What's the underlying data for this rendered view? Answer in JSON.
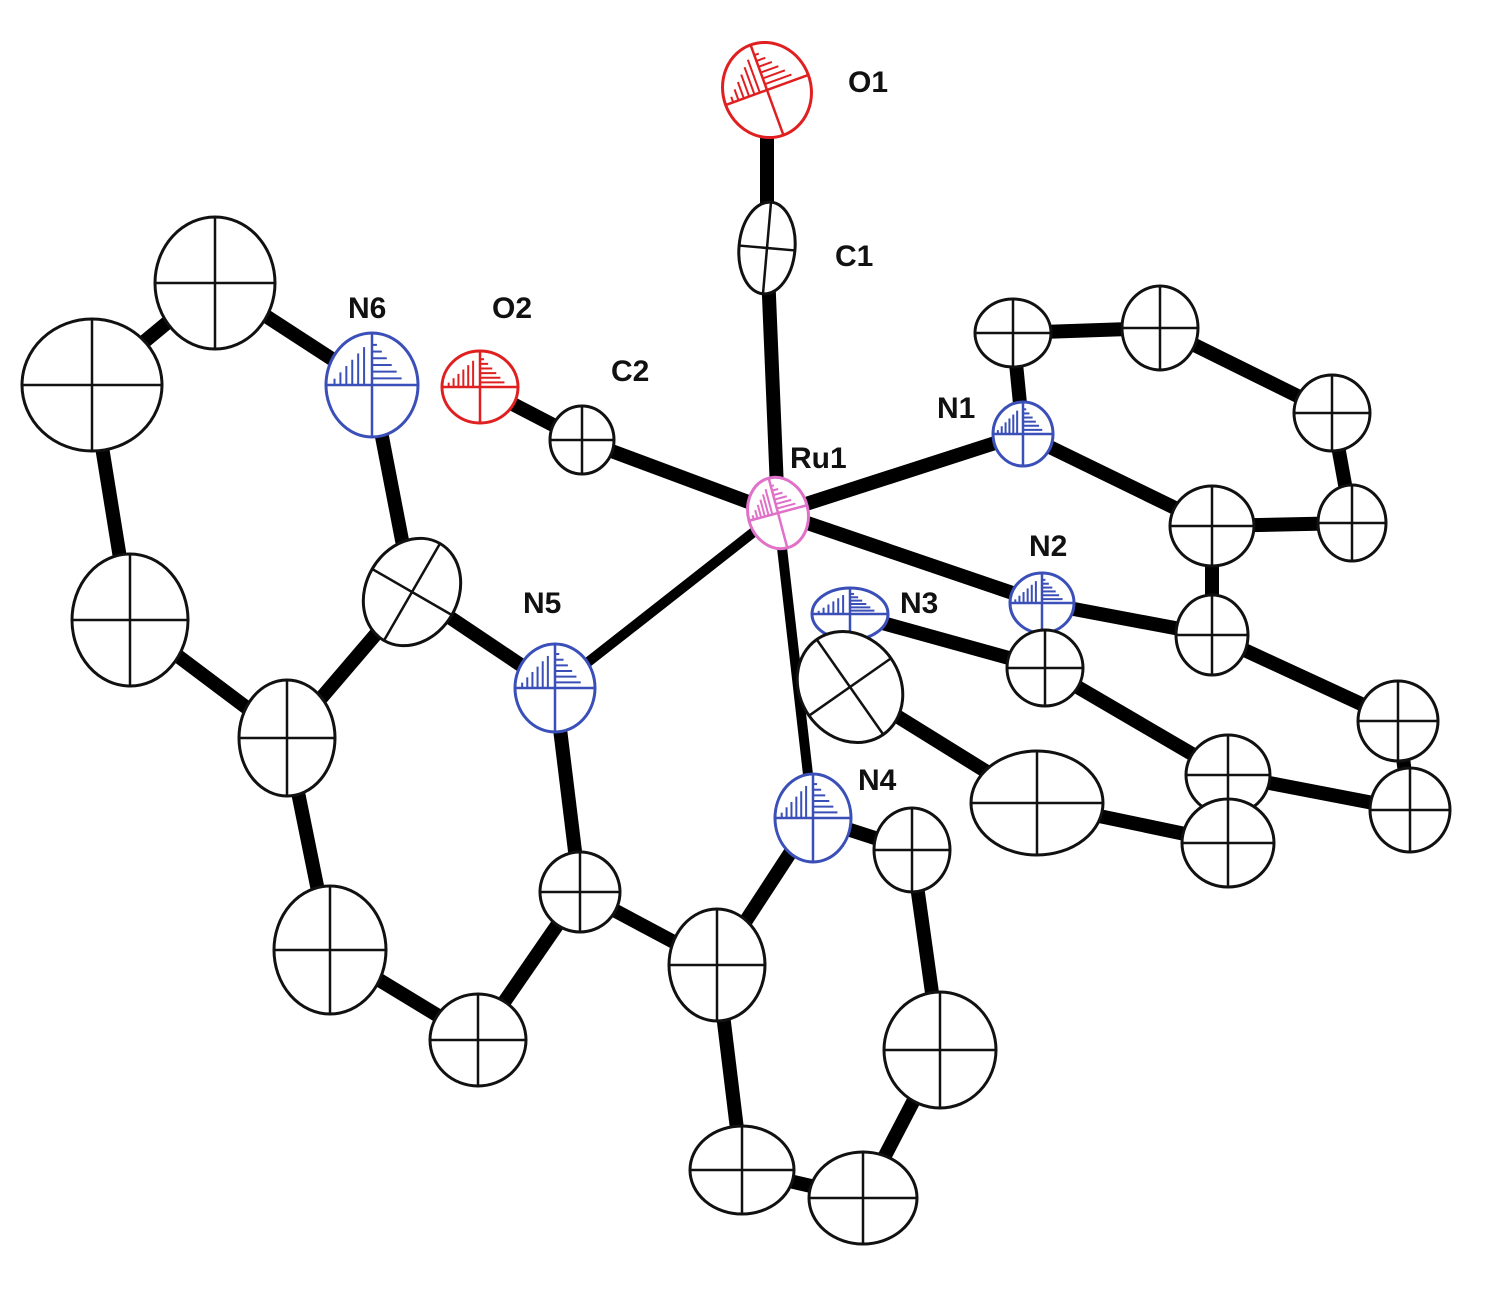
{
  "labels": {
    "O1": "O1",
    "C1": "C1",
    "O2": "O2",
    "C2": "C2",
    "N6": "N6",
    "Ru1": "Ru1",
    "N1": "N1",
    "N2": "N2",
    "N3": "N3",
    "N5": "N5",
    "N4": "N4"
  },
  "colors": {
    "ruthenium": "#e070c8",
    "nitrogen": "#3a4fb8",
    "oxygen": "#e02020",
    "carbon": "#111111",
    "bond": "#000000"
  }
}
